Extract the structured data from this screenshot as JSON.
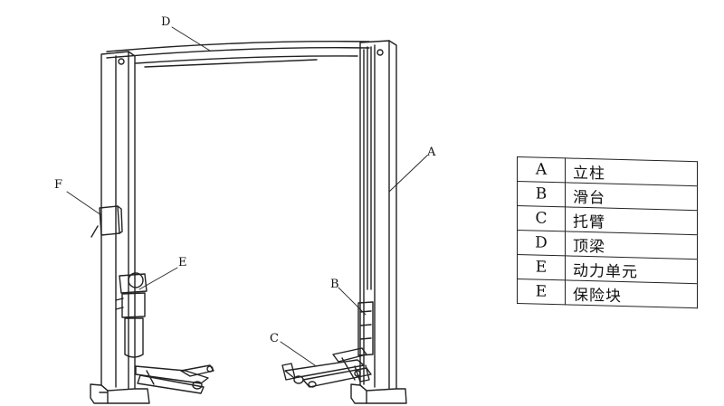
{
  "callouts": {
    "a": "A",
    "b": "B",
    "c": "C",
    "d": "D",
    "e_upper": "E",
    "f": "F"
  },
  "legend": [
    {
      "code": "A",
      "label": "立柱"
    },
    {
      "code": "B",
      "label": "滑台"
    },
    {
      "code": "C",
      "label": "托臂"
    },
    {
      "code": "D",
      "label": "顶梁"
    },
    {
      "code": "E",
      "label": "动力单元"
    },
    {
      "code": "E",
      "label": "保险块"
    }
  ]
}
